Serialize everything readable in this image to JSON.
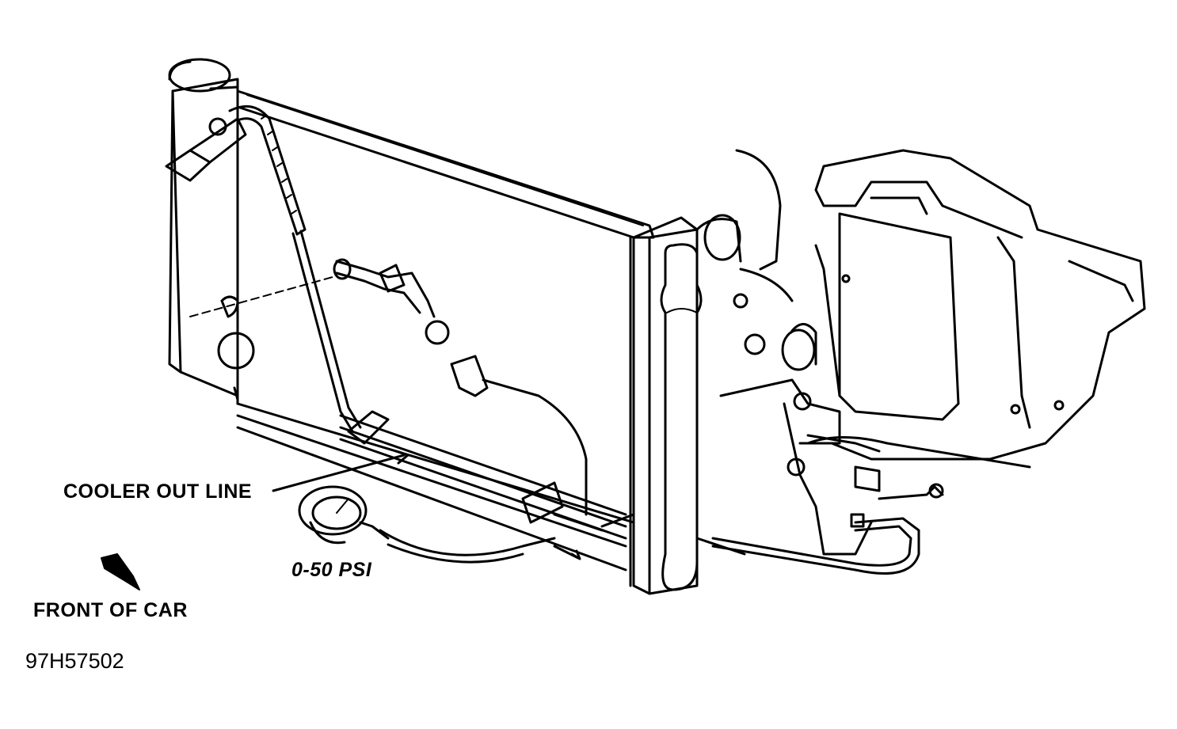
{
  "labels": {
    "cooler_out_line": "COOLER OUT LINE",
    "gauge_range": "0-50 PSI",
    "front_of_car": "FRONT OF CAR",
    "figure_id": "97H57502"
  },
  "colors": {
    "ink": "#000000",
    "paper": "#ffffff"
  }
}
